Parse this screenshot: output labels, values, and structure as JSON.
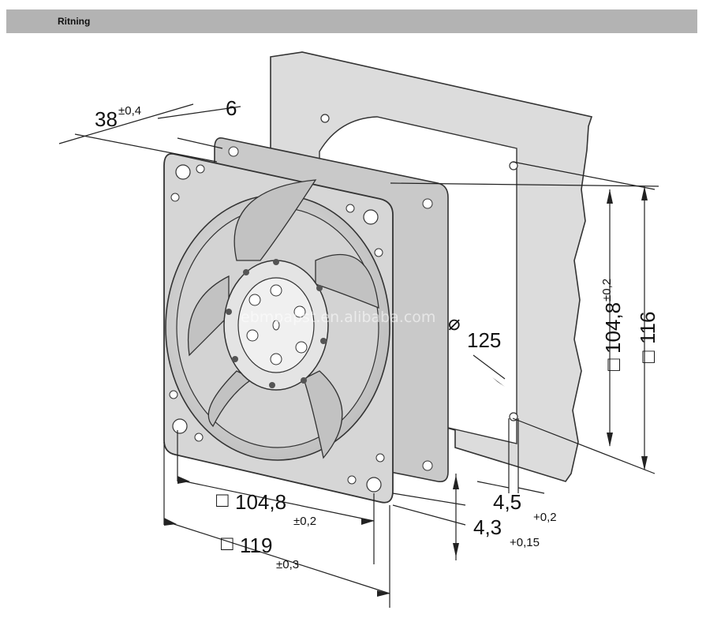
{
  "header": {
    "title": "Ritning"
  },
  "drawing": {
    "watermark": "ebmpapst.en.alibaba.com",
    "dims": {
      "depth": "38",
      "depth_tol": "±0,4",
      "flange": "6",
      "hole_dist_vertical": "104,8",
      "hole_dist_vertical_tol": "±0,2",
      "outer_vertical": "116",
      "cutout_diameter": "125",
      "hole_diameter": "4,5",
      "hole_diameter_tol": "+0,2",
      "hole_offset": "4,3",
      "hole_offset_tol": "+0,15",
      "hole_dist_horizontal": "104,8",
      "hole_dist_horizontal_tol": "±0,2",
      "outer_horizontal": "119",
      "outer_horizontal_tol": "±0,3"
    },
    "symbols": {
      "square": "□",
      "diameter": "⌀"
    }
  }
}
